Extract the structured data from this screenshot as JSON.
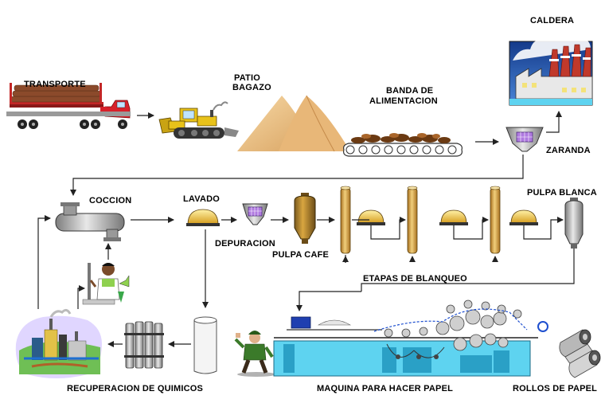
{
  "labels": {
    "transporte": "TRANSPORTE",
    "patio_bagazo": [
      "PATIO",
      "BAGAZO"
    ],
    "banda_alimentacion": [
      "BANDA DE",
      "ALIMENTACION"
    ],
    "caldera": "CALDERA",
    "zaranda": "ZARANDA",
    "coccion": "COCCION",
    "lavado": "LAVADO",
    "depuracion": "DEPURACION",
    "pulpa_cafe": "PULPA CAFE",
    "pulpa_blanca": "PULPA BLANCA",
    "etapas_blanqueo": "ETAPAS DE BLANQUEO",
    "recuperacion_quimicos": "RECUPERACION DE QUIMICOS",
    "maquina_papel": "MAQUINA PARA HACER PAPEL",
    "rollos_papel": "ROLLOS DE PAPEL"
  },
  "colors": {
    "truck_red": "#d8202a",
    "truck_log": "#8b4a2b",
    "bulldozer_yellow": "#e8c21a",
    "bagasse_pile": "#e8b778",
    "water_blue": "#5ed3f0",
    "column_brown": "#c8963a",
    "factory_sky": "#1e3f8c",
    "chimney_red": "#c0392b",
    "screen_purple": "#b07ae0",
    "arrow_black": "#222222"
  }
}
